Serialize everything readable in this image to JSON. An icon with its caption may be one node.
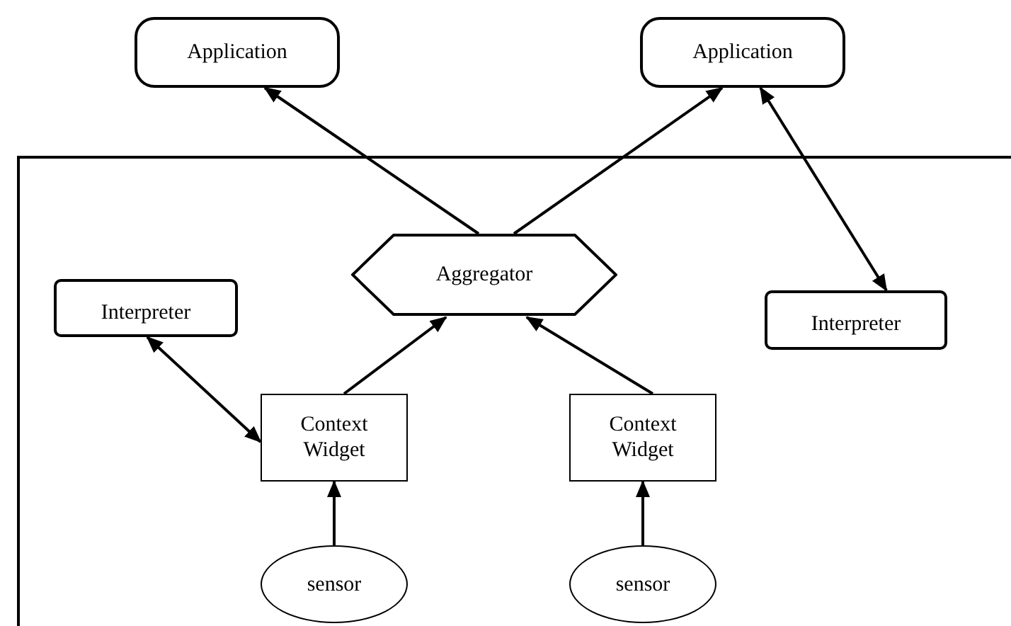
{
  "diagram": {
    "nodes": [
      {
        "text": [
          "Application"
        ]
      },
      {
        "text": [
          "Application"
        ]
      },
      {
        "text": [],
        "shape": "box"
      },
      {
        "text": [
          "Aggregator"
        ],
        "in": 2
      },
      {
        "text": [
          "Interpreter"
        ],
        "in": 2
      },
      {
        "text": [
          "Interpreter"
        ],
        "in": 2
      },
      {
        "text": [
          "Context Widget"
        ],
        "in": 2
      },
      {
        "text": [
          "Context Widget"
        ],
        "in": 2
      },
      {
        "text": [
          "sensor"
        ],
        "in": 2
      },
      {
        "text": [
          "sensor"
        ],
        "in": 2
      }
    ],
    "edges": [
      {
        "from": 3,
        "to": 0,
        "arrow": "to"
      },
      {
        "from": 3,
        "to": 1,
        "arrow": "to"
      },
      {
        "from": 1,
        "to": 5,
        "arrow": "both"
      },
      {
        "from": 4,
        "to": 6,
        "arrow": "both"
      },
      {
        "from": 6,
        "to": 3,
        "arrow": "to"
      },
      {
        "from": 7,
        "to": 3,
        "arrow": "to"
      },
      {
        "from": 8,
        "to": 6,
        "arrow": "to"
      },
      {
        "from": 9,
        "to": 7,
        "arrow": "to"
      }
    ]
  }
}
